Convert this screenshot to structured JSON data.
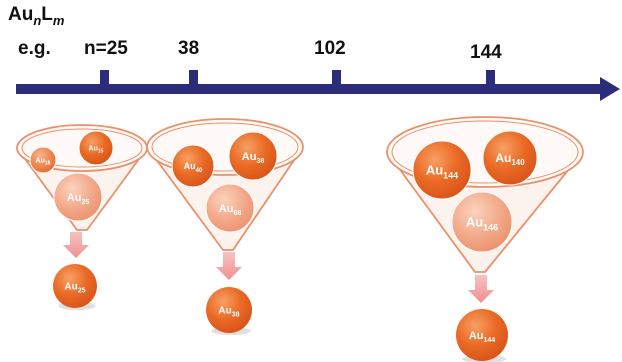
{
  "header": {
    "formula_base": "Au",
    "formula_n": "n",
    "formula_ligand": "L",
    "formula_m": "m",
    "example_label": "e.g."
  },
  "axis": {
    "ticks": [
      "n=25",
      "38",
      "102",
      "144"
    ],
    "color": "#2b2d7a"
  },
  "funnels": [
    {
      "inputs": [
        {
          "base": "Au",
          "sub": "18"
        },
        {
          "base": "Au",
          "sub": "15"
        },
        {
          "base": "Au",
          "sub": "25"
        }
      ],
      "output": {
        "base": "Au",
        "sub": "25"
      }
    },
    {
      "inputs": [
        {
          "base": "Au",
          "sub": "40"
        },
        {
          "base": "Au",
          "sub": "38"
        },
        {
          "base": "Au",
          "sub": "68"
        }
      ],
      "output": {
        "base": "Au",
        "sub": "38"
      }
    },
    {
      "inputs": [
        {
          "base": "Au",
          "sub": "144"
        },
        {
          "base": "Au",
          "sub": "140"
        },
        {
          "base": "Au",
          "sub": "146"
        }
      ],
      "output": {
        "base": "Au",
        "sub": "144"
      }
    }
  ],
  "colors": {
    "funnel_stroke": "#e8916a",
    "sphere_dark": "#e8641e",
    "sphere_light": "#f3a98a",
    "arrow_fill": "#f4a4a4"
  }
}
